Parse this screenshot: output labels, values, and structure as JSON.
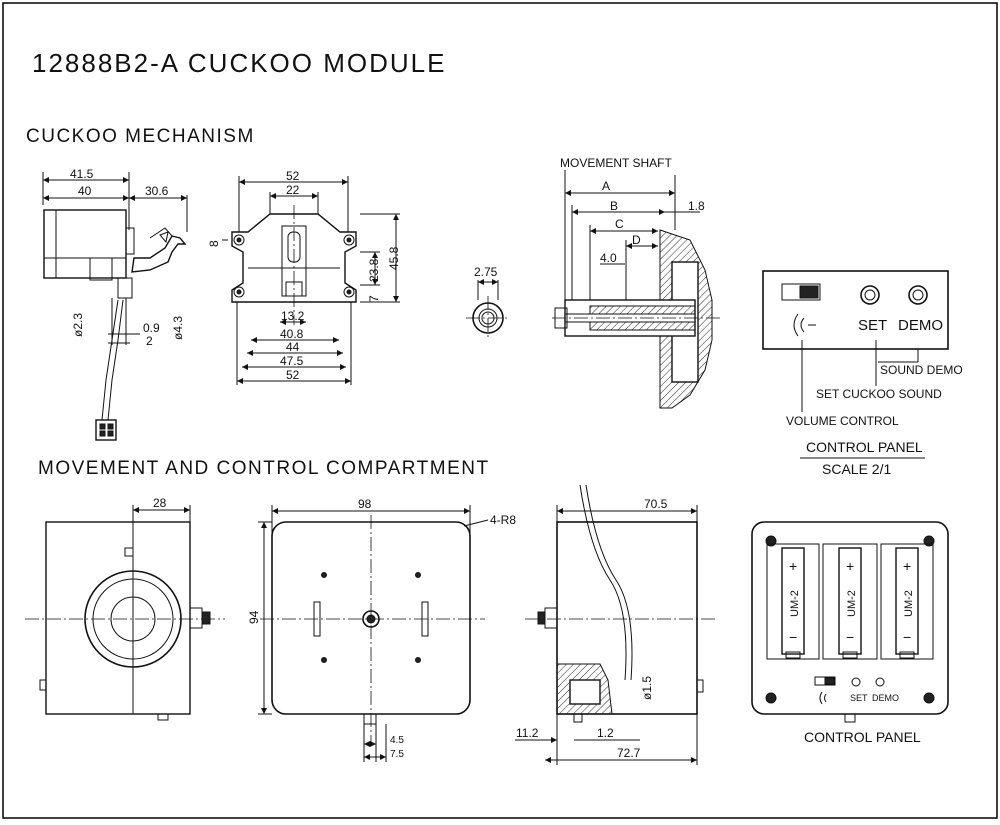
{
  "title": "12888B2-A CUCKOO MODULE",
  "sections": {
    "mechanism": "CUCKOO MECHANISM",
    "compartment": "MOVEMENT AND CONTROL COMPARTMENT"
  },
  "mechanism_side": {
    "d1": "41.5",
    "d2": "40",
    "d3": "30.6",
    "d4": "ø2.3",
    "d5": "0.9",
    "d6": "2",
    "d7": "ø4.3"
  },
  "mechanism_front": {
    "d1": "52",
    "d2": "22",
    "d3": "8",
    "d4": "23.8",
    "d5": "45.8",
    "d6": "7",
    "d7": "13.2",
    "d8": "40.8",
    "d9": "44",
    "d10": "47.5",
    "d11": "52"
  },
  "shaft_end": {
    "d1": "2.75"
  },
  "movement_shaft": {
    "label": "MOVEMENT SHAFT",
    "a": "A",
    "b": "B",
    "c": "C",
    "d": "D",
    "d_18": "1.8",
    "d_40": "4.0"
  },
  "control_panel_detail": {
    "set": "SET",
    "demo": "DEMO",
    "sound_demo": "SOUND DEMO",
    "set_cuckoo": "SET CUCKOO SOUND",
    "volume": "VOLUME CONTROL",
    "caption": "CONTROL PANEL",
    "scale": "SCALE 2/1"
  },
  "compartment_side": {
    "d1": "28"
  },
  "compartment_front": {
    "d1": "98",
    "d2": "4-R8",
    "d3": "94",
    "d4": "4.5",
    "d5": "7.5"
  },
  "compartment_right": {
    "d1": "70.5",
    "d2": "ø1.5",
    "d3": "11.2",
    "d4": "1.2",
    "d5": "72.7"
  },
  "battery_view": {
    "plus": "+",
    "minus": "−",
    "cell": "UM-2",
    "set": "SET",
    "demo": "DEMO",
    "caption": "CONTROL PANEL"
  }
}
